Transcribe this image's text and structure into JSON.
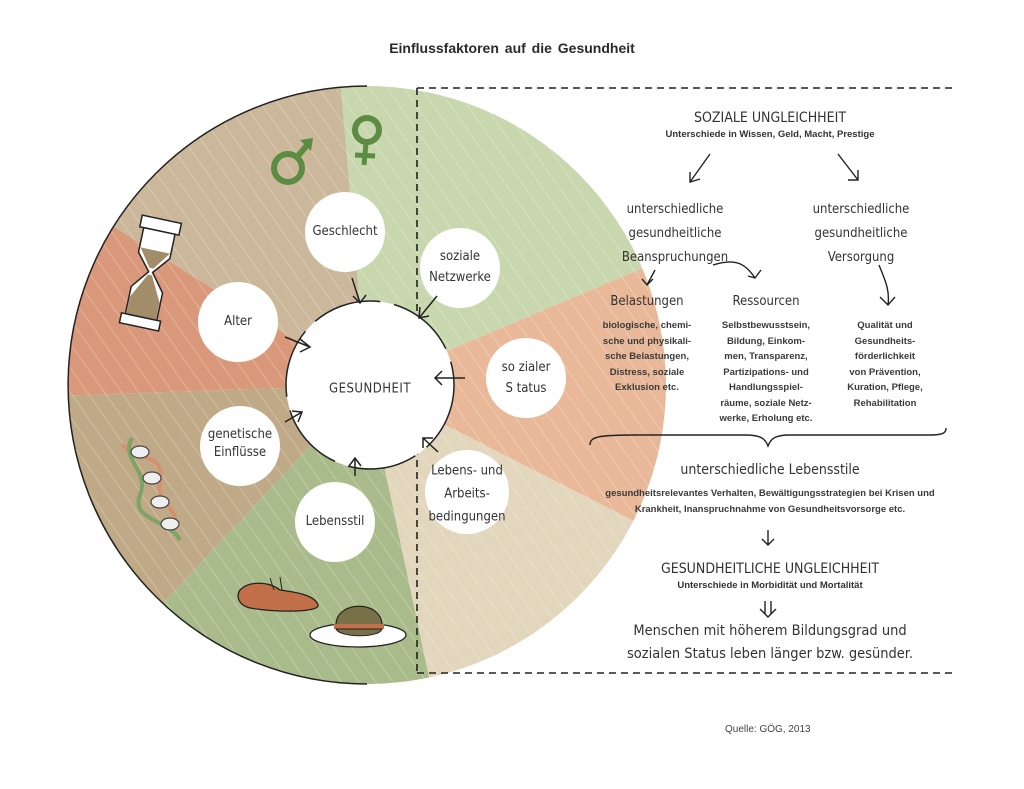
{
  "title": "Einflussfaktoren   auf die Gesundheit",
  "wheel": {
    "center": "GESUNDHEIT",
    "segments": [
      {
        "id": "geschlecht",
        "label": "Geschlecht",
        "color": "#cbb89a",
        "icon": "gender-symbols-icon"
      },
      {
        "id": "alter",
        "label": "Alter",
        "color": "#d9987a",
        "icon": "hourglass-icon"
      },
      {
        "id": "genetik",
        "label_lines": [
          "genetische",
          "Einflüsse"
        ],
        "color": "#bfa986",
        "icon": "dna-icon"
      },
      {
        "id": "lebensstil",
        "label": "Lebensstil",
        "color": "#a9bb8a",
        "icon": "shoe-and-burger-icon"
      },
      {
        "id": "lebensbedingungen",
        "label_lines": [
          "Lebens- und",
          "Arbeits-",
          "bedingungen"
        ],
        "color": "#e2d6bd"
      },
      {
        "id": "sozialer-status",
        "label_lines": [
          "so zialer",
          "S tatus"
        ],
        "color": "#e9b899"
      },
      {
        "id": "soziale-netzwerke",
        "label_lines": [
          "soziale",
          "Netzwerke"
        ],
        "color": "#c8d7ad"
      }
    ]
  },
  "right": {
    "soziale_ungleichheit": {
      "heading": "SOZIALE UNGLEICHHEIT",
      "sub": "Unterschiede in Wissen, Geld, Macht, Prestige"
    },
    "beanspruchungen": [
      "unterschiedliche",
      "gesundheitliche",
      "Beanspruchungen"
    ],
    "versorgung": [
      "unterschiedliche",
      "gesundheitliche",
      "Versorgung"
    ],
    "belastungen": {
      "heading": "Belastungen",
      "lines": [
        "biologische, chemi-",
        "sche und physikali-",
        "sche Belastungen,",
        "Distress, soziale",
        "Exklusion etc."
      ]
    },
    "ressourcen": {
      "heading": "Ressourcen",
      "lines": [
        "Selbstbewusstsein,",
        "Bildung, Einkom-",
        "men, Transparenz,",
        "Partizipations- und",
        "Handlungsspiel-",
        "räume, soziale Netz-",
        "werke, Erholung etc."
      ]
    },
    "versorgung_detail": {
      "lines": [
        "Qualität und",
        "Gesundheits-",
        "förderlichkeit",
        "von Prävention,",
        "Kuration, Pflege,",
        "Rehabilitation"
      ]
    },
    "lebensstile": {
      "heading": "unterschiedliche Lebensstile",
      "lines": [
        "gesundheitsrelevantes Verhalten, Bewältigungsstrategien bei Krisen und",
        "Krankheit, Inanspruchnahme von Gesundheitsvorsorge etc."
      ]
    },
    "gesundheitliche_ungleichheit": {
      "heading": "GESUNDHEITLICHE UNGLEICHHEIT",
      "sub": "Unterschiede in Morbidität und Mortalität"
    },
    "conclusion": [
      "Menschen mit höherem Bildungsgrad und",
      "sozialen Status leben länger bzw. gesünder."
    ]
  },
  "source": "Quelle: GÖG, 2013"
}
